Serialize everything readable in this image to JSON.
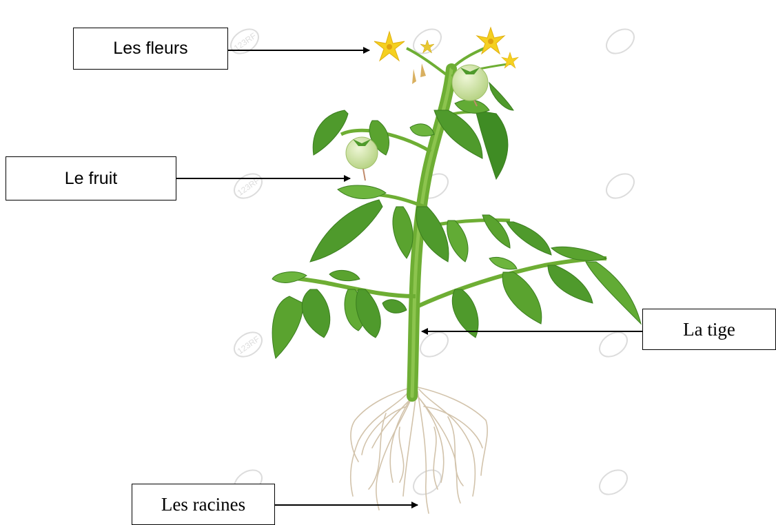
{
  "labels": {
    "flowers": "Les fleurs",
    "fruit": "Le fruit",
    "stem": "La tige",
    "roots": "Les racines"
  },
  "watermark": "123RF",
  "colors": {
    "leaf": "#4f9a2c",
    "leaf_light": "#7cc04a",
    "leaf_dark": "#3a7d1e",
    "stem": "#6eae34",
    "flower": "#f5d020",
    "flower_center": "#e0a210",
    "fruit": "#cfe3a6",
    "root": "#d2c3ab",
    "arrow": "#000000"
  }
}
